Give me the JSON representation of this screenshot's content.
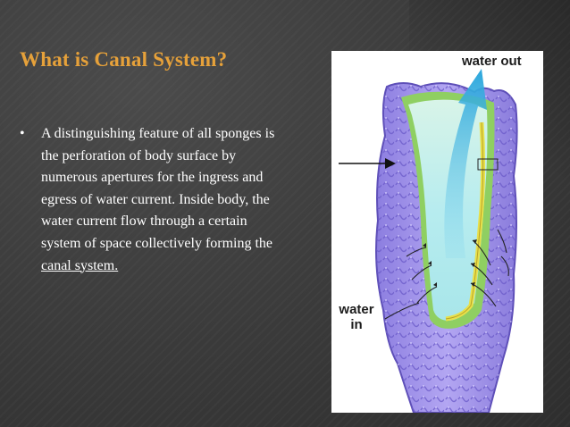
{
  "slide": {
    "title": "What is Canal System?",
    "bullet_symbol": "•",
    "bullet_text": "A distinguishing feature of all sponges is the perforation of body surface by numerous apertures for the ingress and egress of water current. Inside body, the water current flow through a certain system of space collectively forming the",
    "bullet_link_text": "canal system.",
    "colors": {
      "title": "#e6a13a",
      "text": "#ffffff",
      "background": "#3d3d3d",
      "sponge_body": "#9b8ee6",
      "cavity": "#aee8ee",
      "collar_layer": "#e8e04a",
      "outer_layer_green": "#8fcf62"
    }
  },
  "figure": {
    "label_water_out": "water out",
    "label_water_in_line1": "water",
    "label_water_in_line2": "in"
  }
}
